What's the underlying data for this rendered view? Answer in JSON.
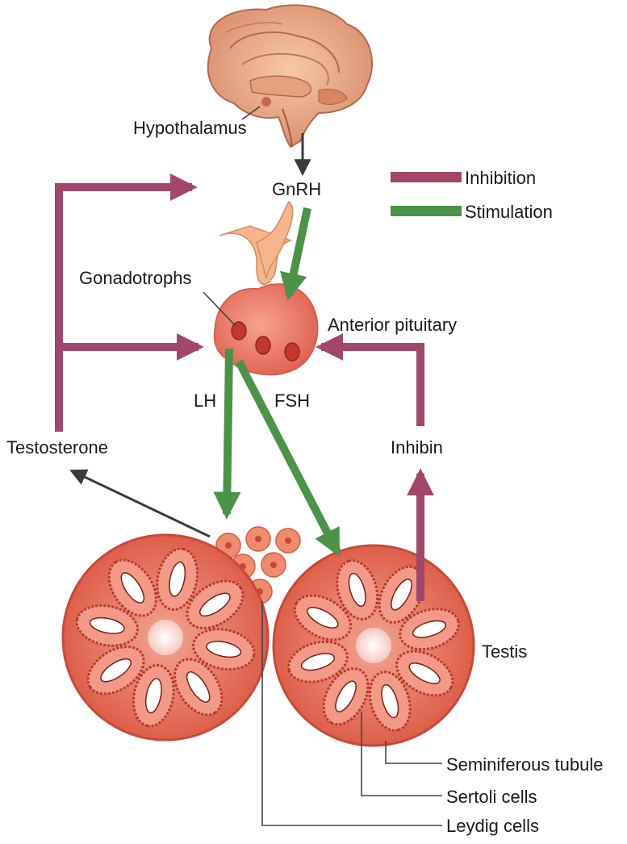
{
  "diagram": {
    "labels": {
      "hypothalamus": "Hypothalamus",
      "gnrh": "GnRH",
      "gonadotrophs": "Gonadotrophs",
      "anterior_pituitary": "Anterior pituitary",
      "lh": "LH",
      "fsh": "FSH",
      "testosterone": "Testosterone",
      "inhibin": "Inhibin",
      "testis": "Testis",
      "seminiferous_tubule": "Seminiferous tubule",
      "sertoli_cells": "Sertoli cells",
      "leydig_cells": "Leydig cells"
    },
    "legend": [
      {
        "label": "Inhibition",
        "color": "#a0476b"
      },
      {
        "label": "Stimulation",
        "color": "#4a9347"
      }
    ],
    "colors": {
      "inhibition": "#a0476b",
      "stimulation": "#4a9347",
      "tissue": "#e46a55",
      "tissue_light": "#f7b29a",
      "leader": "#444444"
    }
  }
}
